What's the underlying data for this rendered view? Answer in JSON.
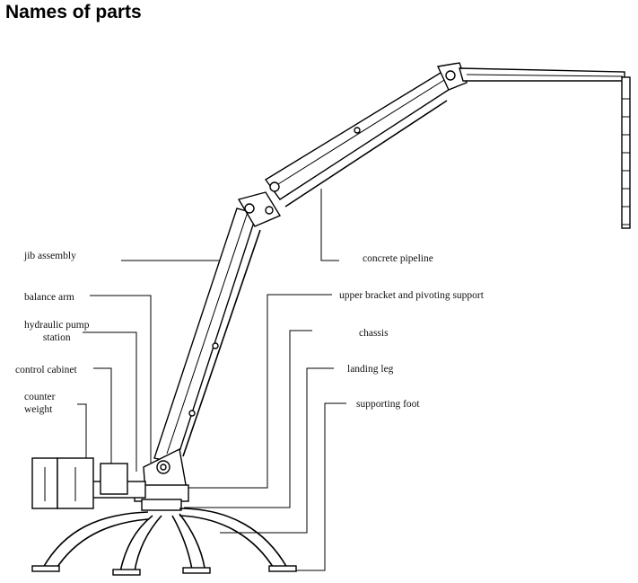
{
  "title": "Names of parts",
  "labels": {
    "jib_assembly": "jib assembly",
    "balance_arm": "balance arm",
    "hydraulic_pump_line1": "hydraulic pump",
    "hydraulic_pump_line2": "station",
    "control_cabinet": "control cabinet",
    "counter_line1": "counter",
    "counter_line2": "weight",
    "concrete_pipeline": "concrete pipeline",
    "upper_bracket": "upper bracket and pivoting support",
    "chassis": "chassis",
    "landing_leg": "landing leg",
    "supporting_foot": "supporting foot"
  }
}
